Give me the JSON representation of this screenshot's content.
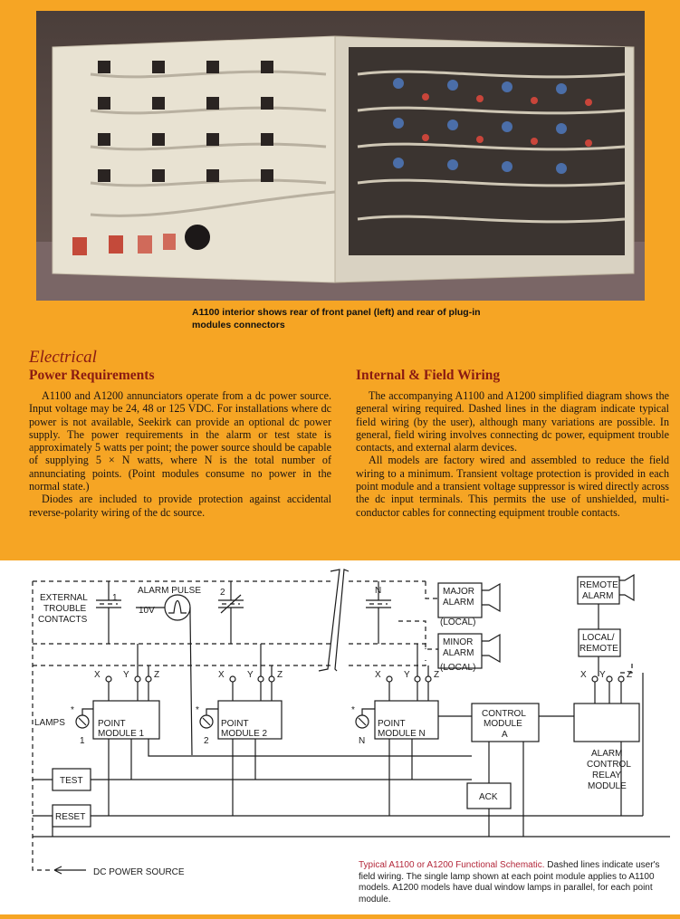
{
  "photo_caption": "A1100 interior shows rear of front panel (left) and rear of plug-in modules connectors",
  "section_title": "Electrical",
  "left": {
    "heading": "Power Requirements",
    "paragraphs": [
      "A1100 and A1200 annunciators operate from a dc power source. Input voltage may be 24, 48 or 125 VDC. For installations where dc power is not available, Seekirk can provide an optional dc power supply. The power requirements in the alarm or test state is approximately 5 watts per point; the power source should be capable of supplying 5 × N watts, where N is the total number of annunciating points. (Point modules consume no power in the normal state.)",
      "Diodes are included to provide protection against accidental reverse-polarity wiring of the dc source."
    ]
  },
  "right": {
    "heading": "Internal & Field Wiring",
    "paragraphs": [
      "The accompanying A1100 and A1200 simplified diagram shows the general wiring required. Dashed lines in the diagram indicate typical field wiring (by the user), although many variations are possible. In general, field wiring involves connecting dc power, equipment trouble contacts, and external alarm devices.",
      "All models are factory wired and assembled to reduce the field wiring to a minimum. Transient voltage protection is provided in each point module and a transient voltage suppressor is wired directly across the dc input terminals. This permits the use of unshielded, multi-conductor cables for connecting equipment trouble contacts."
    ]
  },
  "schematic": {
    "external_trouble_contacts": [
      "EXTERNAL",
      "TROUBLE",
      "CONTACTS"
    ],
    "alarm_pulse": "ALARM PULSE",
    "pulse_voltage": "10V",
    "contact_labels": [
      "1",
      "2",
      "N"
    ],
    "major_alarm": [
      "MAJOR",
      "ALARM",
      "(LOCAL)"
    ],
    "minor_alarm": [
      "MINOR",
      "ALARM",
      "(LOCAL)"
    ],
    "remote_alarm": [
      "REMOTE",
      "ALARM"
    ],
    "local_remote": [
      "LOCAL/",
      "REMOTE"
    ],
    "lamps": "LAMPS",
    "modules": [
      {
        "line1": "POINT",
        "line2": "MODULE 1",
        "lamp": "1"
      },
      {
        "line1": "POINT",
        "line2": "MODULE 2",
        "lamp": "2"
      },
      {
        "line1": "POINT",
        "line2": "MODULE N",
        "lamp": "N"
      }
    ],
    "control_module": [
      "CONTROL",
      "MODULE",
      "A"
    ],
    "relay_module": [
      "ALARM",
      "CONTROL",
      "RELAY",
      "MODULE"
    ],
    "xyz": [
      "X",
      "Y",
      "Z"
    ],
    "test": "TEST",
    "reset": "RESET",
    "ack": "ACK",
    "dc_power_source": "DC POWER SOURCE",
    "asterisk": "*"
  },
  "schematic_caption": {
    "lead": "Typical A1100 or A1200 Functional Schematic.",
    "body": " Dashed lines indicate user's field wiring. The single lamp shown at each point module applies to A1100 models. A1200 models have dual window lamps in parallel, for each point module."
  }
}
